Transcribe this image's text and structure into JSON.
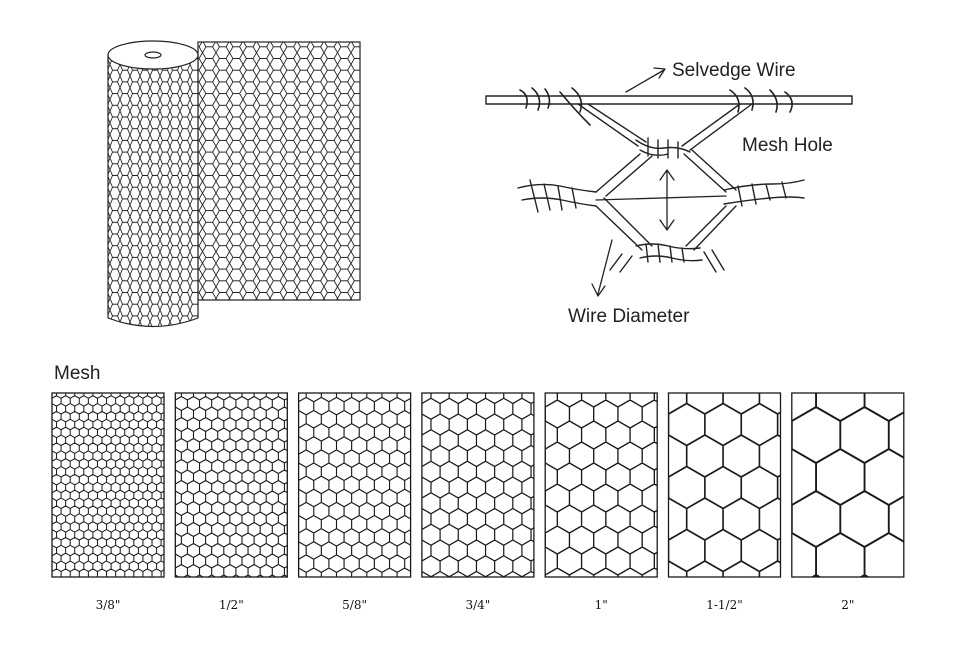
{
  "diagram": {
    "callouts": {
      "selvedge": "Selvedge Wire",
      "mesh_hole": "Mesh Hole",
      "wire_diameter": "Wire Diameter"
    },
    "mesh_section": {
      "title": "Mesh",
      "sizes": [
        "3/8\"",
        "1/2\"",
        "5/8\"",
        "3/4\"",
        "1\"",
        "1-1/2\"",
        "2\""
      ],
      "relative_hex_scale": [
        0.375,
        0.5,
        0.625,
        0.75,
        1.0,
        1.5,
        2.0
      ]
    }
  }
}
